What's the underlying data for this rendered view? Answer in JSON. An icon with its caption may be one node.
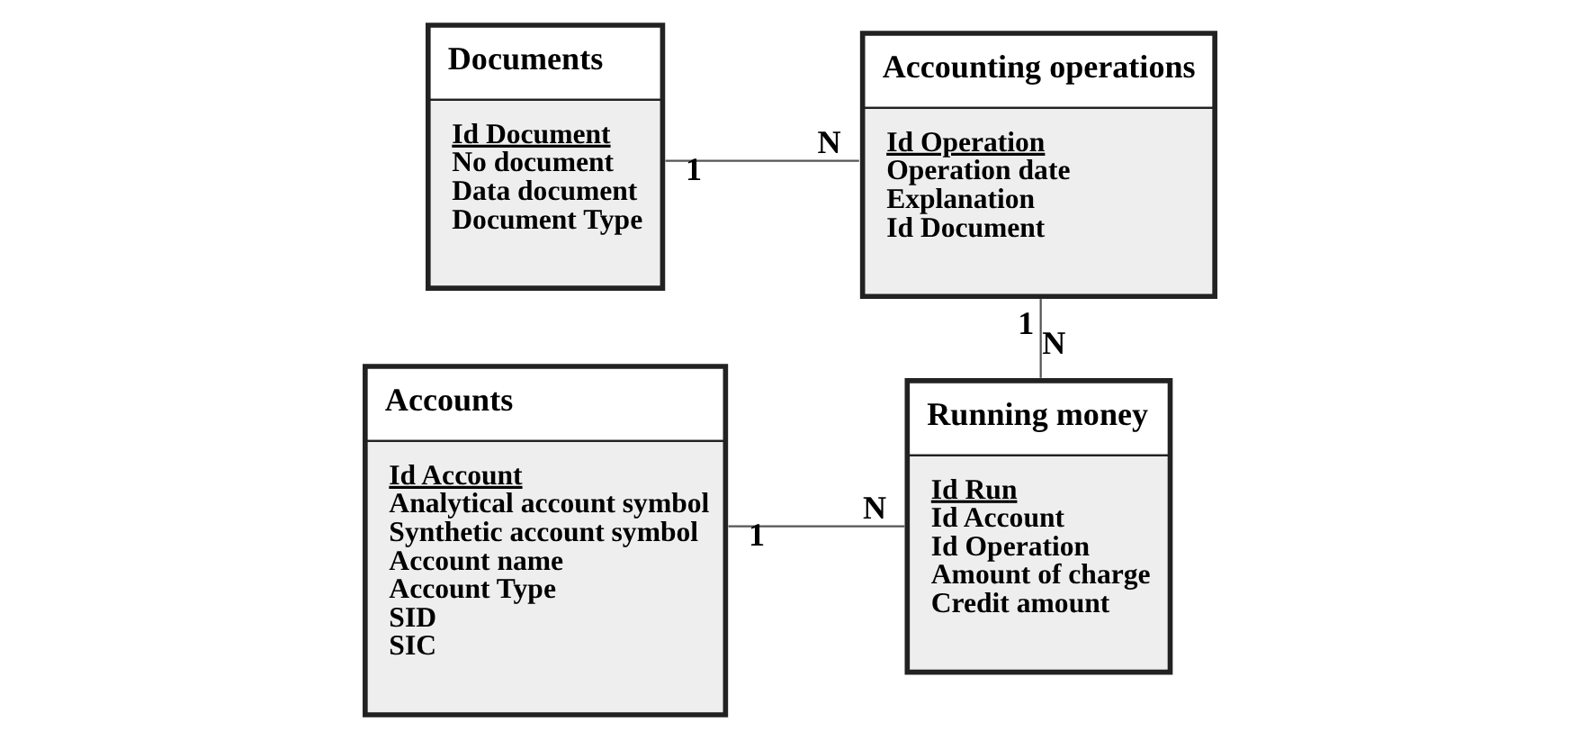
{
  "diagram": {
    "nodes": [
      {
        "text": [
          "Documents",
          "Id Document",
          "No document",
          "Data document",
          "Document Type"
        ]
      },
      {
        "text": [
          "Accounting operations",
          "Id Operation",
          "Operation date",
          "Explanation",
          "Id Document"
        ]
      },
      {
        "text": [
          "Running money",
          "Id Run",
          "Id Account",
          "Id Operation",
          "Amount of charge",
          "Credit amount"
        ]
      },
      {
        "text": [
          "Accounts",
          "Id Account",
          "Analytical account symbol",
          "Synthetic account symbol",
          "Account name",
          "Account Type",
          "SID",
          "SIC"
        ]
      }
    ],
    "edges": [
      {
        "from": 0,
        "to": 1,
        "arrow": "none"
      },
      {
        "from": 1,
        "to": 2,
        "arrow": "none"
      },
      {
        "from": 3,
        "to": 2,
        "arrow": "none"
      }
    ],
    "labels": [
      "1",
      "1",
      "1",
      "N",
      "N",
      "N"
    ]
  }
}
